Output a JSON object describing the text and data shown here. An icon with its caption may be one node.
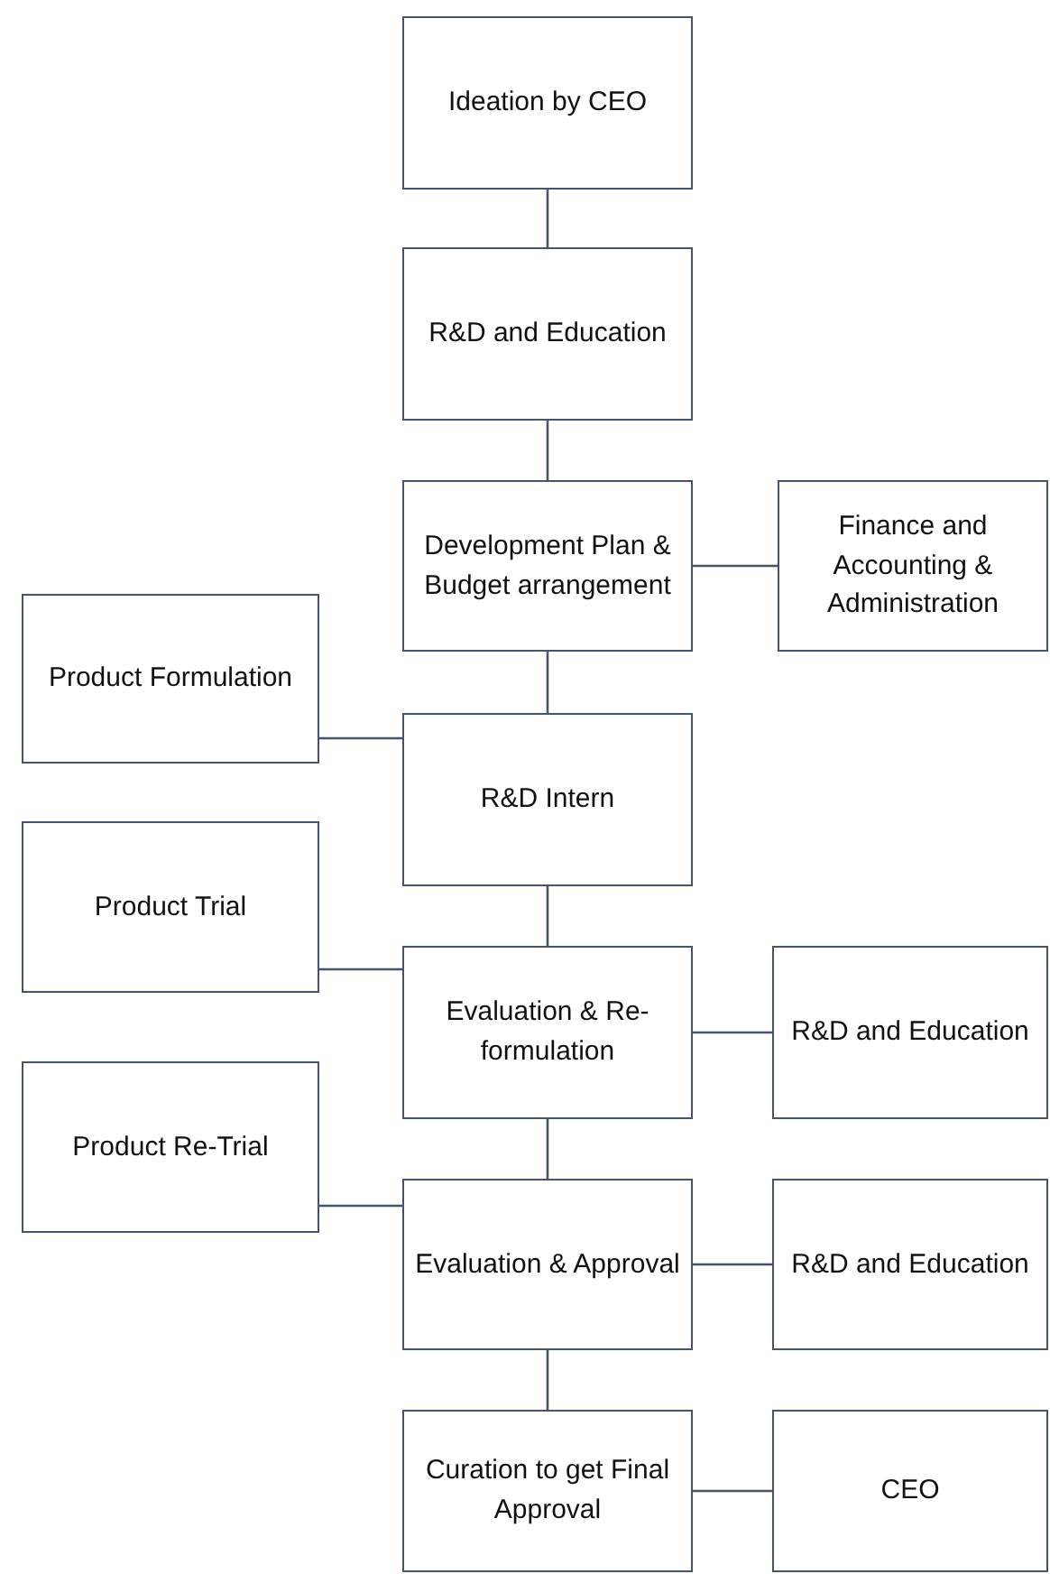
{
  "diagram": {
    "nodes": [
      {
        "text": [
          "Ideation by CEO"
        ]
      },
      {
        "text": [
          "R&D and Education"
        ]
      },
      {
        "text": [
          "Development Plan & Budget arrangement"
        ]
      },
      {
        "text": [
          "Finance and Accounting & Administration"
        ]
      },
      {
        "text": [
          "Product Formulation"
        ]
      },
      {
        "text": [
          "R&D Intern"
        ]
      },
      {
        "text": [
          "Product Trial"
        ]
      },
      {
        "text": [
          "Evaluation & Re-formulation"
        ]
      },
      {
        "text": [
          "R&D and Education"
        ]
      },
      {
        "text": [
          "Product Re-Trial"
        ]
      },
      {
        "text": [
          "Evaluation & Approval"
        ]
      },
      {
        "text": [
          "R&D and Education"
        ]
      },
      {
        "text": [
          "Curation to get Final Approval"
        ]
      },
      {
        "text": [
          "CEO"
        ]
      }
    ],
    "edges": [
      {
        "from": 0,
        "to": 1,
        "arrow": "none"
      },
      {
        "from": 1,
        "to": 2,
        "arrow": "none"
      },
      {
        "from": 2,
        "to": 3,
        "arrow": "none"
      },
      {
        "from": 2,
        "to": 5,
        "arrow": "none"
      },
      {
        "from": 4,
        "to": 5,
        "arrow": "none"
      },
      {
        "from": 5,
        "to": 7,
        "arrow": "none"
      },
      {
        "from": 6,
        "to": 7,
        "arrow": "none"
      },
      {
        "from": 7,
        "to": 8,
        "arrow": "none"
      },
      {
        "from": 7,
        "to": 10,
        "arrow": "none"
      },
      {
        "from": 9,
        "to": 10,
        "arrow": "none"
      },
      {
        "from": 10,
        "to": 11,
        "arrow": "none"
      },
      {
        "from": 10,
        "to": 12,
        "arrow": "none"
      },
      {
        "from": 12,
        "to": 13,
        "arrow": "none"
      }
    ]
  }
}
